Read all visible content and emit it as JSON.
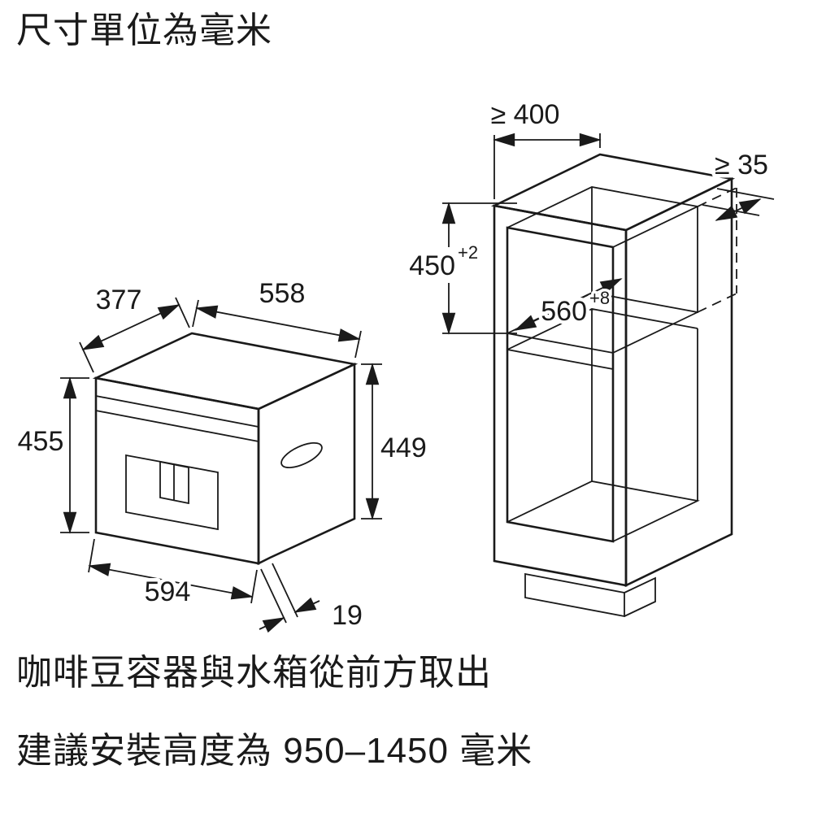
{
  "title": "尺寸單位為毫米",
  "colors": {
    "background": "#ffffff",
    "line": "#1a1a1a"
  },
  "appliance": {
    "name": "built-in coffee machine",
    "dims": {
      "depth": "377",
      "width": "558",
      "height_left": "455",
      "height_right": "449",
      "width_bottom": "594",
      "protrusion": "19"
    }
  },
  "niche": {
    "name": "cabinet niche",
    "dims": {
      "top_clearance": "≥ 400",
      "rear_clearance": "≥ 35",
      "height": {
        "value": "450",
        "tolerance": "+2"
      },
      "depth": {
        "value": "560",
        "tolerance": "+8"
      }
    }
  },
  "notes": {
    "access": "咖啡豆容器與水箱從前方取出",
    "install_height": "建議安裝高度為 950–1450 毫米"
  }
}
